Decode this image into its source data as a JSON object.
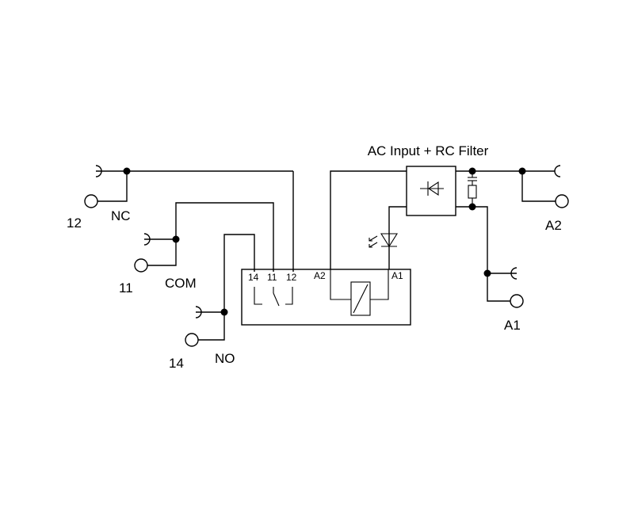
{
  "title": "AC Input + RC Filter",
  "left_terminals": {
    "nc": {
      "number": "12",
      "name": "NC"
    },
    "com": {
      "number": "11",
      "name": "COM"
    },
    "no": {
      "number": "14",
      "name": "NO"
    }
  },
  "right_terminals": {
    "a2": "A2",
    "a1": "A1"
  },
  "relay_box": {
    "contact_labels": [
      "14",
      "11",
      "12"
    ],
    "coil_labels": {
      "a2": "A2",
      "a1": "A1"
    }
  }
}
